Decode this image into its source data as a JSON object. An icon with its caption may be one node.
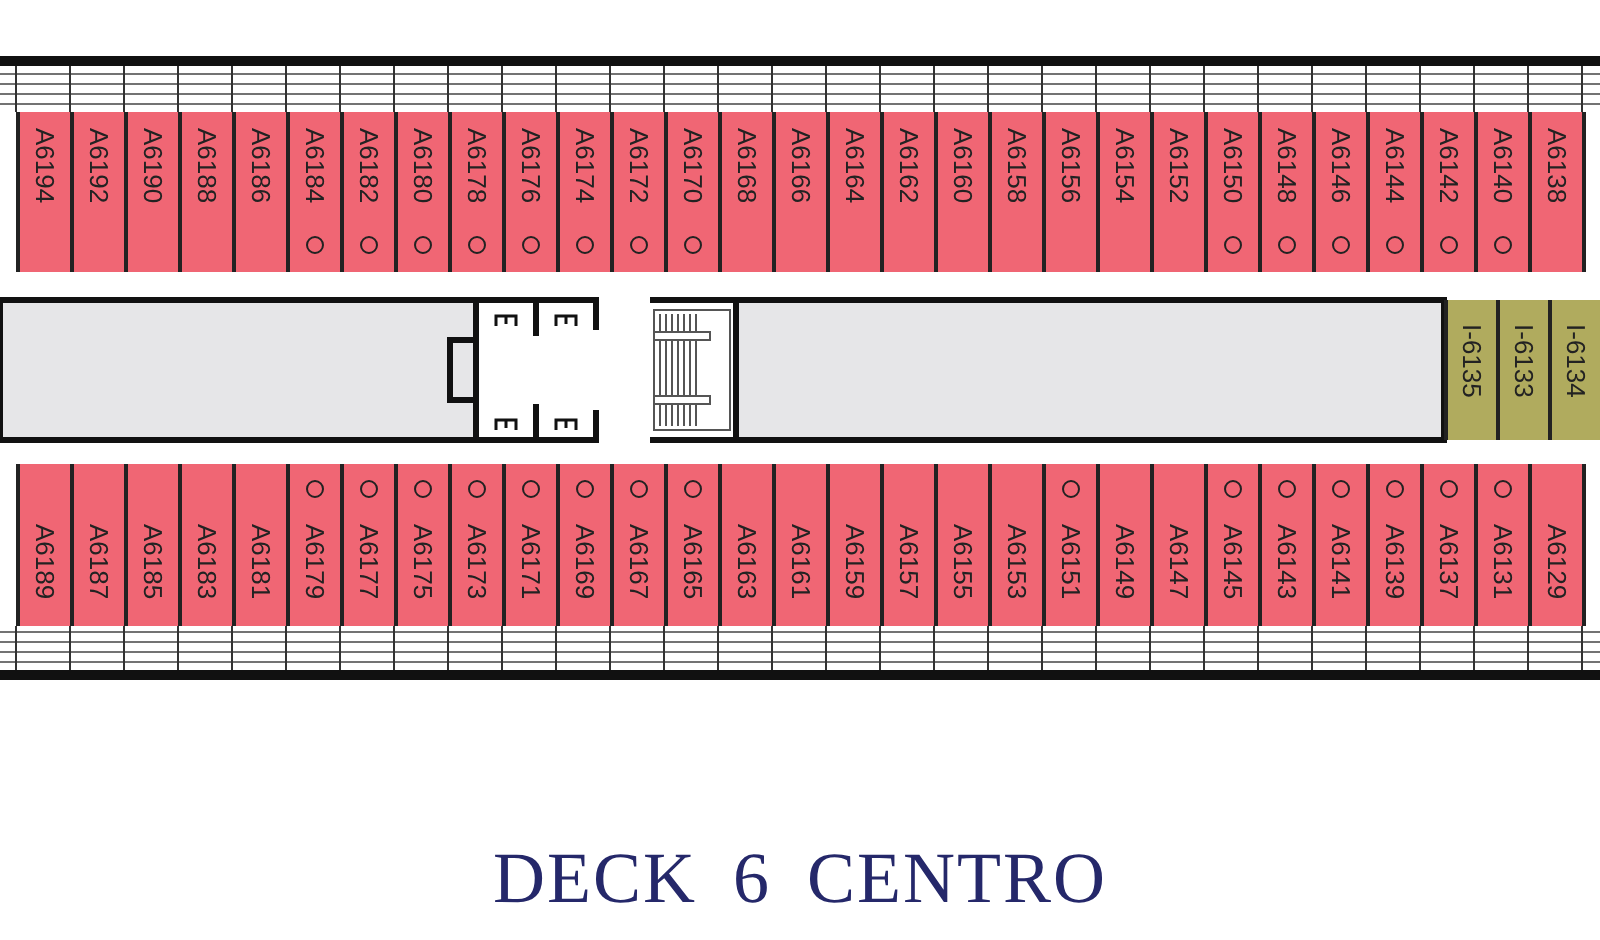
{
  "diagram": {
    "title": "DECK 6 CENTRO",
    "nodes": [
      {
        "text": [
          "A6194"
        ]
      },
      {
        "text": [
          "A6192"
        ]
      },
      {
        "text": [
          "A6190"
        ]
      },
      {
        "text": [
          "A6188"
        ]
      },
      {
        "text": [
          "A6186"
        ]
      },
      {
        "text": [
          "A6184"
        ]
      },
      {
        "text": [
          "A6182"
        ]
      },
      {
        "text": [
          "A6180"
        ]
      },
      {
        "text": [
          "A6178"
        ]
      },
      {
        "text": [
          "A6176"
        ]
      },
      {
        "text": [
          "A6174"
        ]
      },
      {
        "text": [
          "A6172"
        ]
      },
      {
        "text": [
          "A6170"
        ]
      },
      {
        "text": [
          "A6168"
        ]
      },
      {
        "text": [
          "A6166"
        ]
      },
      {
        "text": [
          "A6164"
        ]
      },
      {
        "text": [
          "A6162"
        ]
      },
      {
        "text": [
          "A6160"
        ]
      },
      {
        "text": [
          "A6158"
        ]
      },
      {
        "text": [
          "A6156"
        ]
      },
      {
        "text": [
          "A6154"
        ]
      },
      {
        "text": [
          "A6152"
        ]
      },
      {
        "text": [
          "A6150"
        ]
      },
      {
        "text": [
          "A6148"
        ]
      },
      {
        "text": [
          "A6146"
        ]
      },
      {
        "text": [
          "A6144"
        ]
      },
      {
        "text": [
          "A6142"
        ]
      },
      {
        "text": [
          "A6140"
        ]
      },
      {
        "text": [
          "A6138"
        ]
      },
      {
        "text": [
          "I-6135"
        ]
      },
      {
        "text": [
          "I-6133"
        ]
      },
      {
        "text": [
          "I-6134"
        ]
      },
      {
        "text": [
          "A6189"
        ]
      },
      {
        "text": [
          "A6187"
        ]
      },
      {
        "text": [
          "A6185"
        ]
      },
      {
        "text": [
          "A6183"
        ]
      },
      {
        "text": [
          "A6181"
        ]
      },
      {
        "text": [
          "A6179"
        ]
      },
      {
        "text": [
          "A6177"
        ]
      },
      {
        "text": [
          "A6175"
        ]
      },
      {
        "text": [
          "A6173"
        ]
      },
      {
        "text": [
          "A6171"
        ]
      },
      {
        "text": [
          "A6169"
        ]
      },
      {
        "text": [
          "A6167"
        ]
      },
      {
        "text": [
          "A6165"
        ]
      },
      {
        "text": [
          "A6163"
        ]
      },
      {
        "text": [
          "A6161"
        ]
      },
      {
        "text": [
          "A6159"
        ]
      },
      {
        "text": [
          "A6157"
        ]
      },
      {
        "text": [
          "A6155"
        ]
      },
      {
        "text": [
          "A6153"
        ]
      },
      {
        "text": [
          "A6151"
        ]
      },
      {
        "text": [
          "A6149"
        ]
      },
      {
        "text": [
          "A6147"
        ]
      },
      {
        "text": [
          "A6145"
        ]
      },
      {
        "text": [
          "A6143"
        ]
      },
      {
        "text": [
          "A6141"
        ]
      },
      {
        "text": [
          "A6139"
        ]
      },
      {
        "text": [
          "A6137"
        ]
      },
      {
        "text": [
          "A6131"
        ]
      },
      {
        "text": [
          "A6129"
        ]
      }
    ],
    "edges": []
  }
}
